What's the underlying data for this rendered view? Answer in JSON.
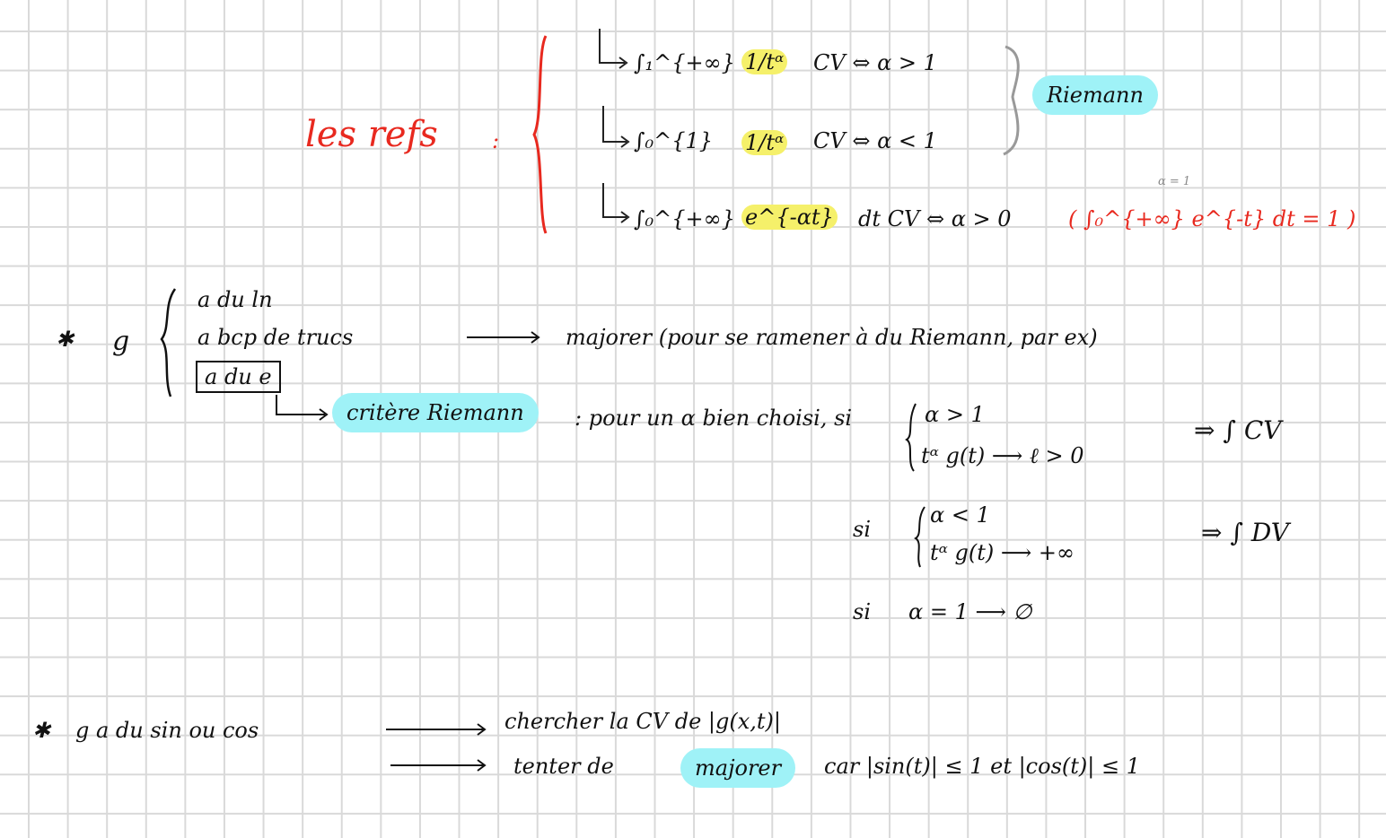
{
  "refs": {
    "title": "les refs",
    "colon": ":",
    "lines": [
      {
        "integral": "∫₁^{+∞}",
        "integrand": "1/tᵅ",
        "text": "CV ⇔ α > 1"
      },
      {
        "integral": "∫₀^{1}",
        "integrand": "1/tᵅ",
        "text": "CV ⇔ α < 1"
      },
      {
        "integral": "∫₀^{+∞}",
        "integrand": "e^{-αt}",
        "text": "dt  CV ⇔ α > 0"
      }
    ],
    "riemann": "Riemann",
    "note": "( ∫₀^{+∞} e^{-t} dt = 1 )",
    "note_annot": "α = 1"
  },
  "section1": {
    "bullet": "✱",
    "g": "g",
    "cases": [
      "a du ln",
      "a bcp de trucs",
      "a du e"
    ],
    "arrow_text": "majorer (pour se ramener à du Riemann, par ex)",
    "criterion": "critère Riemann",
    "criterion_text": ": pour un α bien choisi, si",
    "cond1": [
      "α > 1",
      "tᵅ g(t) ⟶ ℓ > 0"
    ],
    "res1": "⇒ ∫ CV",
    "si": "si",
    "cond2": [
      "α < 1",
      "tᵅ g(t) ⟶ +∞"
    ],
    "res2": "⇒ ∫ DV",
    "cond3": "α = 1 ⟶ ∅"
  },
  "section2": {
    "bullet": "✱",
    "lead": "g a du sin ou cos",
    "line1": "chercher la CV de |g(x,t)|",
    "line2a": "tenter de",
    "line2b": "majorer",
    "line2c": "car  |sin(t)| ≤ 1  et  |cos(t)| ≤ 1"
  }
}
